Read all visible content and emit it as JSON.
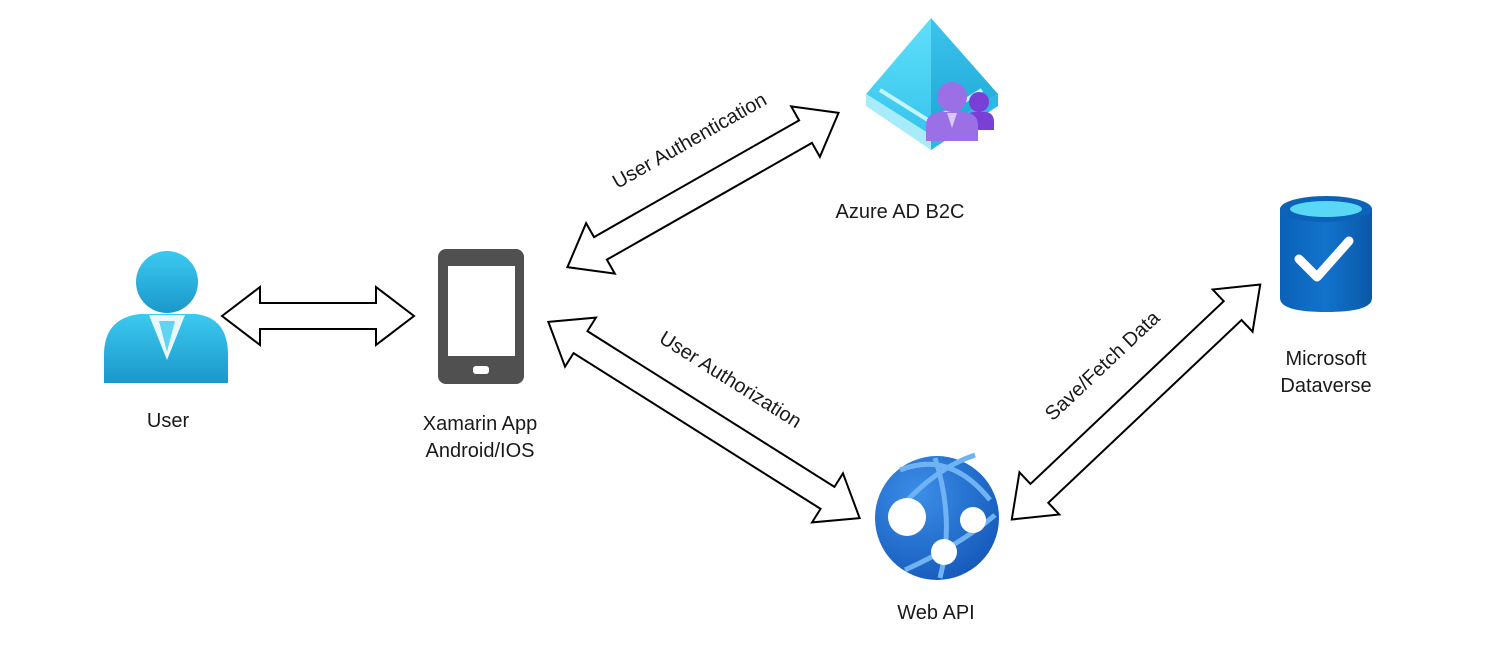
{
  "nodes": {
    "user": {
      "label": "User"
    },
    "app": {
      "label_line1": "Xamarin App",
      "label_line2": "Android/IOS"
    },
    "azure": {
      "label": "Azure AD B2C"
    },
    "webapi": {
      "label": "Web API"
    },
    "dataverse": {
      "label_line1": "Microsoft",
      "label_line2": "Dataverse"
    }
  },
  "edges": {
    "authentication": {
      "label": "User Authentication"
    },
    "authorization": {
      "label": "User Authorization"
    },
    "savefetch": {
      "label": "Save/Fetch Data"
    }
  },
  "colors": {
    "user_blue": "#2bb3e0",
    "phone_gray": "#505050",
    "azure_cyan": "#4fd2f2",
    "azure_purple": "#9b6fe6",
    "globe_blue": "#1f6fd6",
    "db_blue": "#0a5fb4",
    "db_top": "#58d8f4"
  }
}
